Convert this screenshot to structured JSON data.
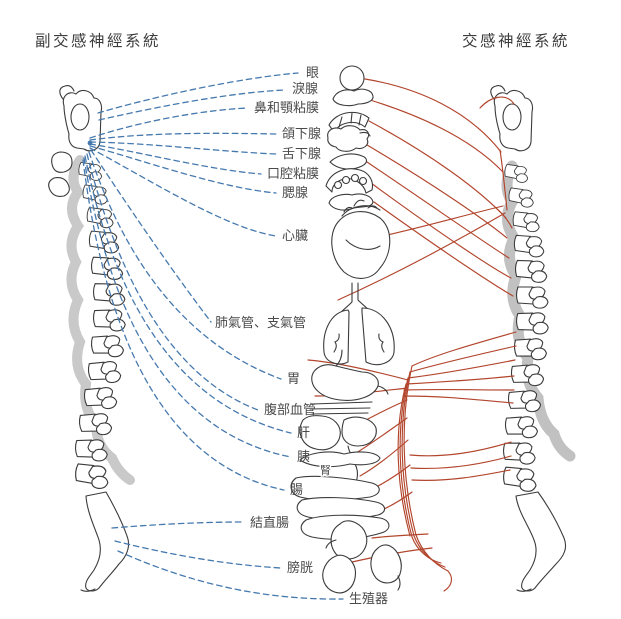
{
  "diagram": {
    "title_left": "副交感神經系統",
    "title_right": "交感神經系統",
    "labels": {
      "eye": "眼",
      "lacrimal_gland": "淚腺",
      "nasal_palatine_mucosa": "鼻和顎粘膜",
      "submandibular_gland": "頜下腺",
      "sublingual_gland": "舌下腺",
      "oral_mucosa": "口腔粘膜",
      "parotid_gland": "腮腺",
      "heart": "心臟",
      "trachea_bronchi": "肺氣管、支氣管",
      "stomach": "胃",
      "abdominal_vessels": "腹部血管",
      "liver": "肝",
      "pancreas": "胰",
      "kidney": "腎",
      "intestine": "腸",
      "colon_rectum": "結直腸",
      "bladder": "膀胱",
      "genitals": "生殖器"
    },
    "colors": {
      "parasympathetic_line": "#4679ae",
      "sympathetic_line": "#b2452c",
      "outline": "#3b3b3b",
      "watermark": "#bcbcbc",
      "label_text": "#4a4a4a"
    }
  }
}
